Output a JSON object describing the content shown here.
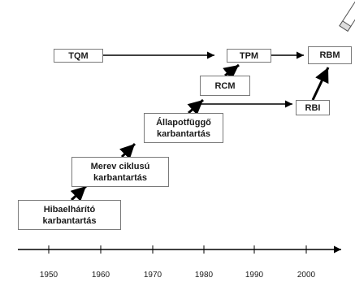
{
  "stages": [
    {
      "id": "hibaelharito",
      "label": "Hibaelhárító\nkarbantartás"
    },
    {
      "id": "merev",
      "label": "Merev ciklusú\nkarbantartás"
    },
    {
      "id": "allapotfuggo",
      "label": "Állapotfüggő\nkarbantartás"
    },
    {
      "id": "rcm",
      "label": "RCM"
    },
    {
      "id": "tqm",
      "label": "TQM"
    },
    {
      "id": "tpm",
      "label": "TPM"
    },
    {
      "id": "rbm",
      "label": "RBM"
    },
    {
      "id": "rbi",
      "label": "RBI"
    }
  ],
  "timeline": {
    "years": [
      "1950",
      "1960",
      "1970",
      "1980",
      "1990",
      "2000"
    ]
  },
  "colors": {
    "line": "#000000",
    "box_border": "#7a7a7a",
    "text": "#1a1a1a"
  },
  "icons": {
    "top_right": "pencil-icon"
  }
}
